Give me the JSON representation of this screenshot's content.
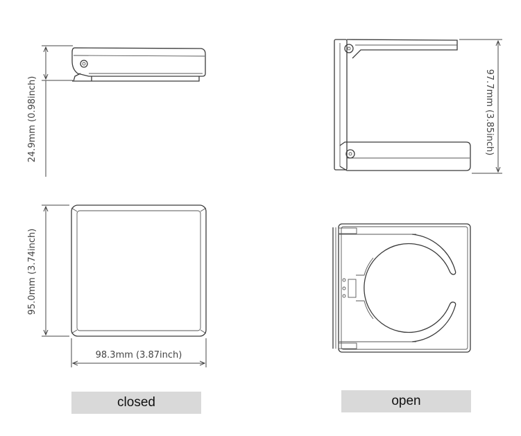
{
  "dimensions": {
    "closed_height": "24.9mm (0.98inch)",
    "closed_depth": "95.0mm (3.74inch)",
    "closed_width": "98.3mm (3.87inch)",
    "open_height": "97.7mm (3.85inch)"
  },
  "labels": {
    "closed": "closed",
    "open": "open"
  }
}
